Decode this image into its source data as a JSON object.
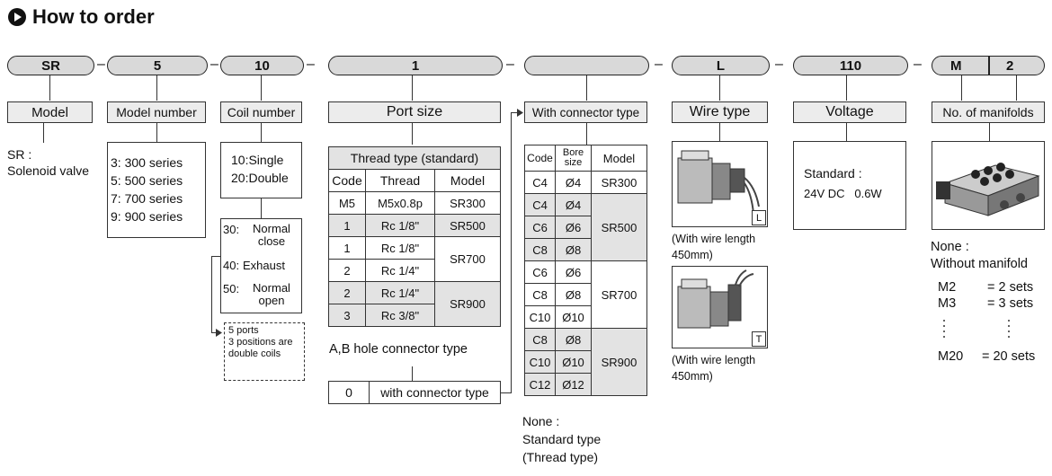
{
  "title": "How to order",
  "code_pills": [
    "SR",
    "5",
    "10",
    "1",
    "",
    "L",
    "110",
    "M",
    "2"
  ],
  "labels": {
    "model": "Model",
    "model_number": "Model number",
    "coil_number": "Coil number",
    "port_size": "Port size",
    "connector_type": "With connector type",
    "wire_type": "Wire type",
    "voltage": "Voltage",
    "manifolds": "No. of manifolds"
  },
  "model_desc": [
    "SR :",
    "Solenoid valve"
  ],
  "model_number_options": [
    "3: 300 series",
    "5: 500 series",
    "7: 700 series",
    "9: 900 series"
  ],
  "coil_options": {
    "single": "10:Single",
    "double": "20:Double",
    "normal_close_code": "30:",
    "normal_close_l1": "Normal",
    "normal_close_l2": "close",
    "exhaust_code": "40:",
    "exhaust": "Exhaust",
    "normal_open_code": "50:",
    "normal_open_l1": "Normal",
    "normal_open_l2": "open",
    "note": [
      "5 ports",
      "3 positions are",
      "double coils"
    ]
  },
  "thread_table": {
    "caption": "Thread type (standard)",
    "headers": [
      "Code",
      "Thread",
      "Model"
    ],
    "rows": [
      [
        "M5",
        "M5x0.8p",
        "SR300"
      ],
      [
        "1",
        "Rc 1/8\"",
        "SR500"
      ],
      [
        "1",
        "Rc 1/8\"",
        "SR700"
      ],
      [
        "2",
        "Rc 1/4\"",
        ""
      ],
      [
        "2",
        "Rc 1/4\"",
        "SR900"
      ],
      [
        "3",
        "Rc 3/8\"",
        ""
      ]
    ],
    "ab_note": "A,B hole connector type",
    "connector_code": "0",
    "connector_label": "with connector type"
  },
  "connector_table": {
    "headers": [
      "Code",
      "Bore size",
      "Model"
    ],
    "rows": [
      [
        "C4",
        "Ø4",
        "SR300"
      ],
      [
        "C4",
        "Ø4",
        "SR500"
      ],
      [
        "C6",
        "Ø6",
        ""
      ],
      [
        "C8",
        "Ø8",
        ""
      ],
      [
        "C6",
        "Ø6",
        "SR700"
      ],
      [
        "C8",
        "Ø8",
        ""
      ],
      [
        "C10",
        "Ø10",
        ""
      ],
      [
        "C8",
        "Ø8",
        "SR900"
      ],
      [
        "C10",
        "Ø10",
        ""
      ],
      [
        "C12",
        "Ø12",
        ""
      ]
    ],
    "none_note": [
      "None :",
      "Standard type",
      "(Thread type)"
    ]
  },
  "wire_type": {
    "tag_l": "L",
    "tag_t": "T",
    "caption_l": [
      "(With wire length",
      "450mm)"
    ],
    "caption_t": [
      "(With wire length",
      "450mm)"
    ]
  },
  "voltage": {
    "standard": "Standard :",
    "value": "24V DC   0.6W"
  },
  "manifolds": {
    "none": "None :",
    "without": "Without manifold",
    "options": [
      {
        "code": "M2",
        "value": "= 2 sets"
      },
      {
        "code": "M3",
        "value": "= 3 sets"
      },
      {
        "code": "M20",
        "value": "= 20 sets"
      }
    ]
  },
  "colors": {
    "fill": "#d9d9d9",
    "label_fill": "#ececec",
    "table_gray": "#e3e3e3",
    "line": "#333333"
  }
}
